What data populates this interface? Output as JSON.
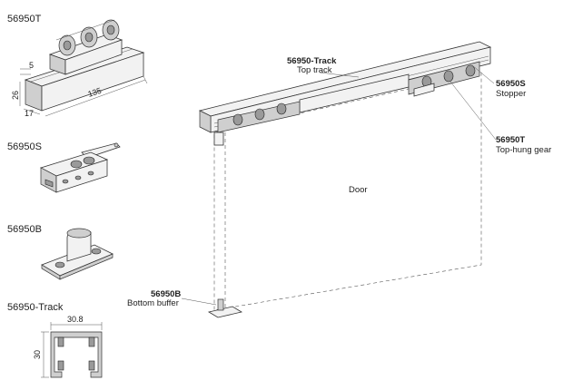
{
  "parts": {
    "top_hung_gear": {
      "code": "56950T"
    },
    "stopper": {
      "code": "56950S"
    },
    "bottom_buffer": {
      "code": "56950B"
    },
    "track": {
      "code": "56950-Track"
    }
  },
  "dimensions": {
    "gear_height": "26",
    "gear_depth": "17",
    "gear_offset": "5",
    "gear_length": "135",
    "track_width": "30.8",
    "track_height": "30"
  },
  "assembly": {
    "door_label": "Door",
    "callouts": {
      "track": {
        "code": "56950-Track",
        "name": "Top track"
      },
      "stopper": {
        "code": "56950S",
        "name": "Stopper"
      },
      "gear": {
        "code": "56950T",
        "name": "Top-hung gear"
      },
      "buffer": {
        "code": "56950B",
        "name": "Bottom buffer"
      }
    }
  }
}
